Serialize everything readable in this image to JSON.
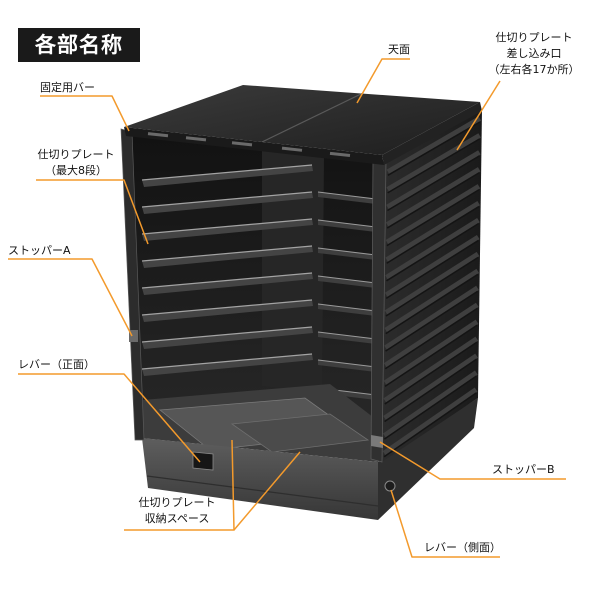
{
  "title": "各部名称",
  "labels": {
    "top_panel": "天面",
    "plate_slot": {
      "line1": "仕切りプレート",
      "line2": "差し込み口",
      "line3": "（左右各17か所）"
    },
    "fixing_bar": "固定用バー",
    "partition_plates": {
      "line1": "仕切りプレート",
      "line2": "（最大8段）"
    },
    "stopper_a": "ストッパーA",
    "lever_front": "レバー（正面）",
    "plate_storage": {
      "line1": "仕切りプレート",
      "line2": "収納スペース"
    },
    "stopper_b": "ストッパーB",
    "lever_side": "レバー（側面）"
  },
  "colors": {
    "leader": "#f39a2c",
    "title_bg": "#1a1a1a",
    "title_text": "#ffffff",
    "product": "#2a2a2a"
  }
}
